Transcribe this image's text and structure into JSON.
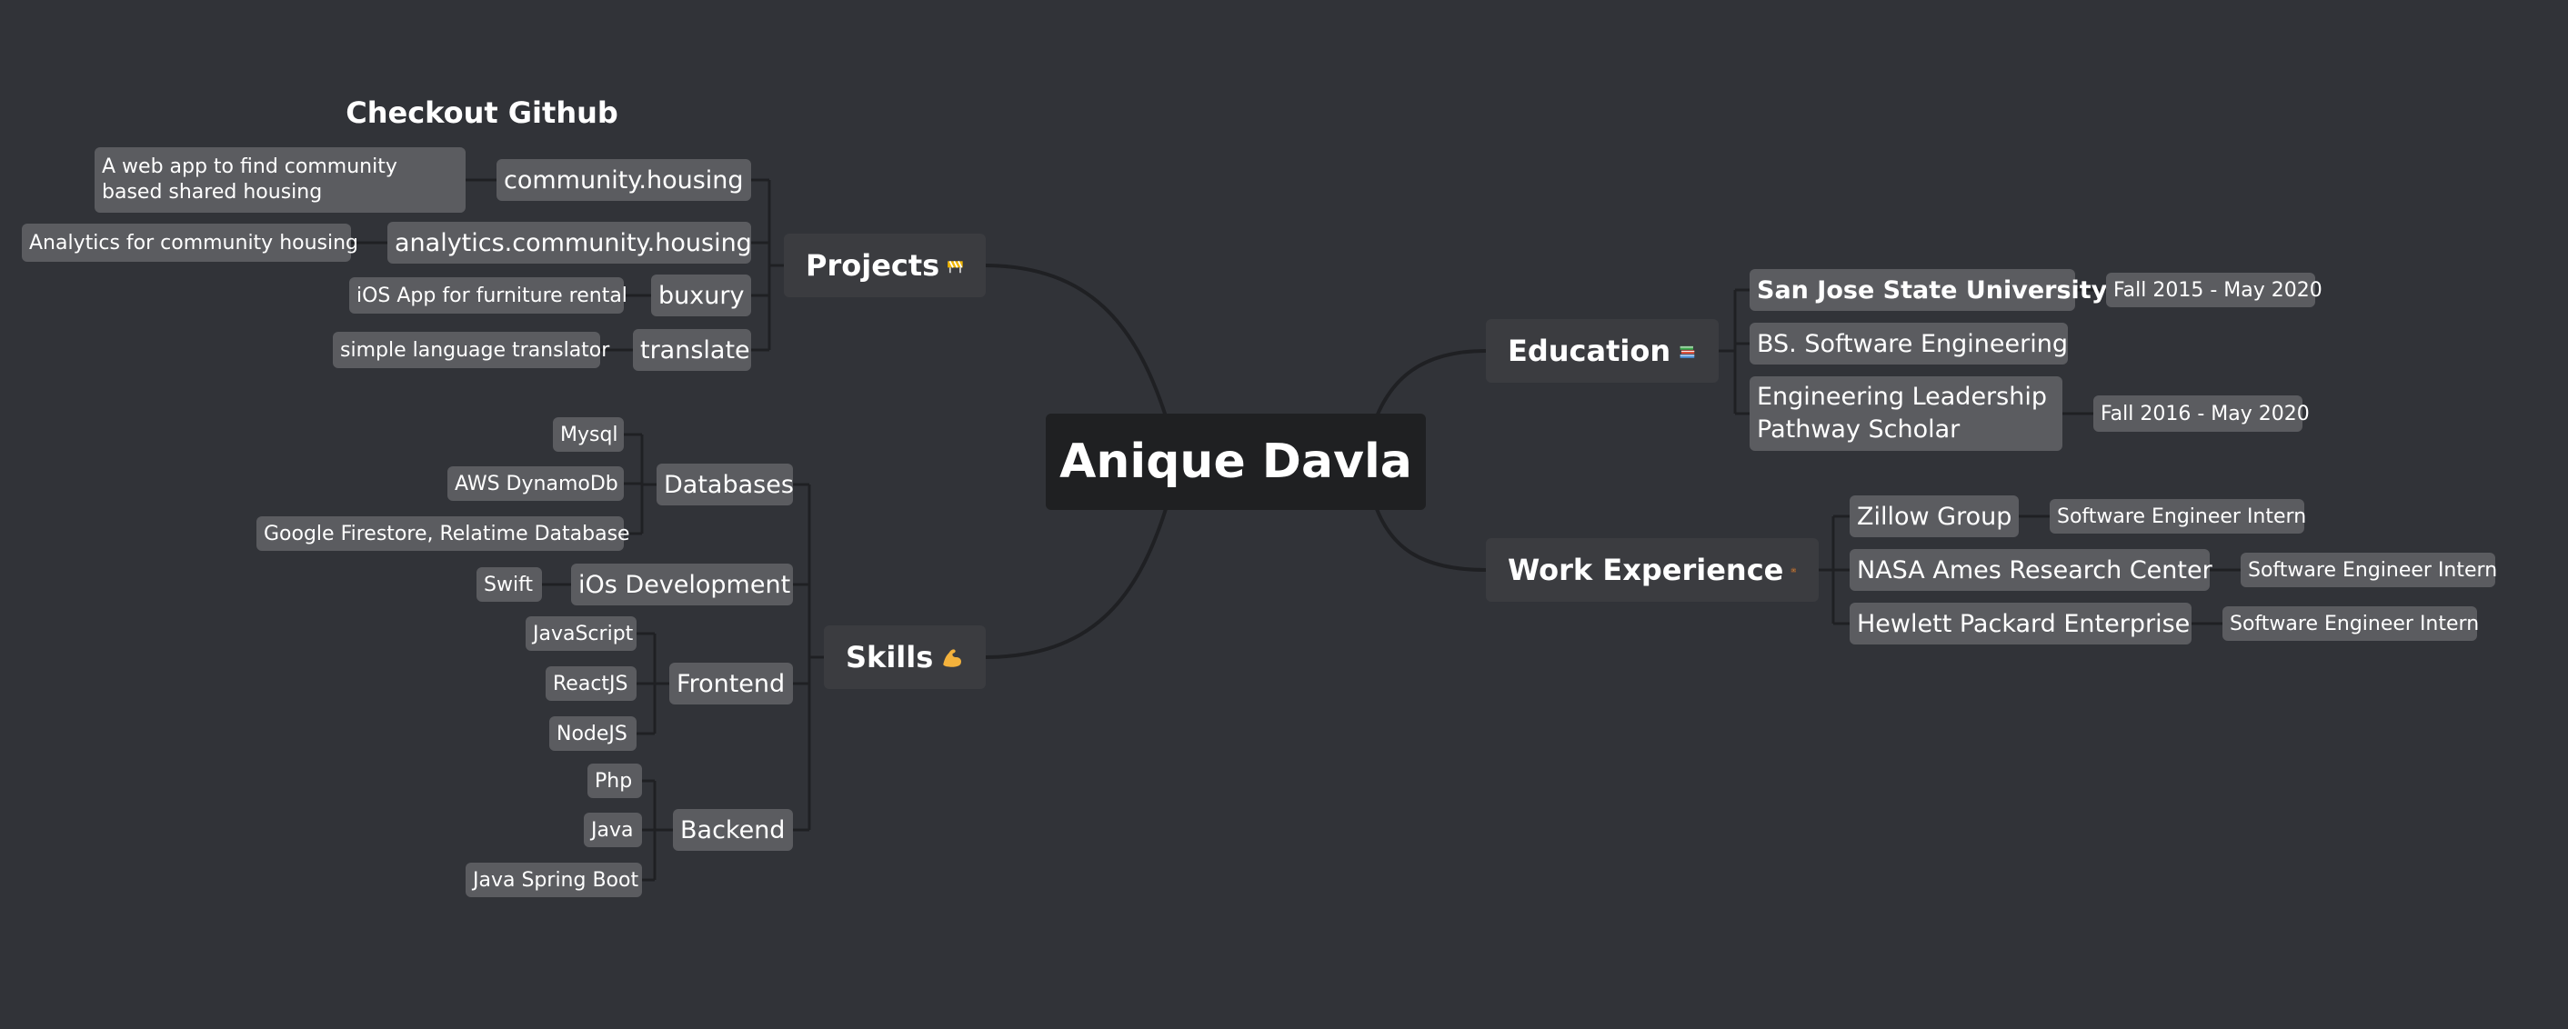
{
  "root": "Anique Davla",
  "floating_topic": "Checkout Github",
  "projects": {
    "label": "Projects",
    "emoji_icon": "construction-barrier-icon",
    "items": [
      {
        "label": "community.housing",
        "desc": "A web app to find community based shared housing"
      },
      {
        "label": "analytics.community.housing",
        "desc": "Analytics for community housing"
      },
      {
        "label": "buxury",
        "desc": "iOS App for furniture rental"
      },
      {
        "label": "translate",
        "desc": "simple language translator"
      }
    ]
  },
  "skills": {
    "label": "Skills",
    "emoji_icon": "flexed-biceps-icon",
    "groups": [
      {
        "label": "Databases",
        "items": [
          "Mysql",
          "AWS DynamoDb",
          "Google Firestore, Relatime Database"
        ]
      },
      {
        "label": "iOs Development",
        "items": [
          "Swift"
        ]
      },
      {
        "label": "Frontend",
        "items": [
          "JavaScript",
          "ReactJS",
          "NodeJS"
        ]
      },
      {
        "label": "Backend",
        "items": [
          "Php",
          "Java",
          "Java Spring Boot"
        ]
      }
    ]
  },
  "education": {
    "label": "Education",
    "emoji_icon": "books-icon",
    "items": [
      {
        "label": "San Jose State University",
        "date": "Fall 2015 - May 2020"
      },
      {
        "label": "BS. Software Engineering"
      },
      {
        "label": "Engineering Leadership Pathway Scholar",
        "date": "Fall 2016 - May 2020"
      }
    ]
  },
  "work": {
    "label": "Work Experience",
    "emoji_icon": "briefcase-icon",
    "items": [
      {
        "label": "Zillow Group",
        "role": "Software Engineer Intern"
      },
      {
        "label": "NASA Ames Research Center",
        "role": "Software Engineer Intern"
      },
      {
        "label": "Hewlett Packard Enterprise",
        "role": "Software Engineer Intern"
      }
    ]
  },
  "colors": {
    "background": "#313338",
    "root_bg": "#1f2022",
    "branch_bg": "#3b3c40",
    "node_bg": "#5b5c60",
    "line": "#1f2023"
  }
}
